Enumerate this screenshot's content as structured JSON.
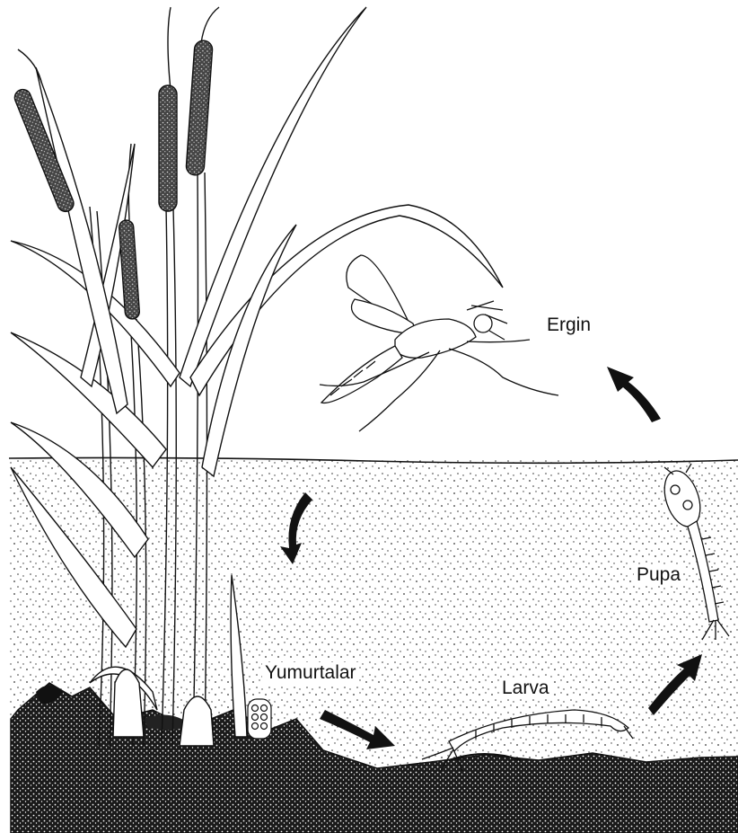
{
  "figure": {
    "stages": {
      "adult": "Ergin",
      "pupa": "Pupa",
      "eggs": "Yumurtalar",
      "larva": "Larva"
    },
    "cycle_order": [
      "Yumurtalar",
      "Larva",
      "Pupa",
      "Ergin"
    ],
    "colors": {
      "ink": "#111111",
      "water_dots": "#333333",
      "background": "#ffffff"
    },
    "icons": [
      "cattail-plant-icon",
      "mosquito-adult-icon",
      "pupa-icon",
      "larva-icon",
      "egg-raft-icon",
      "cycle-arrow-icon"
    ]
  }
}
